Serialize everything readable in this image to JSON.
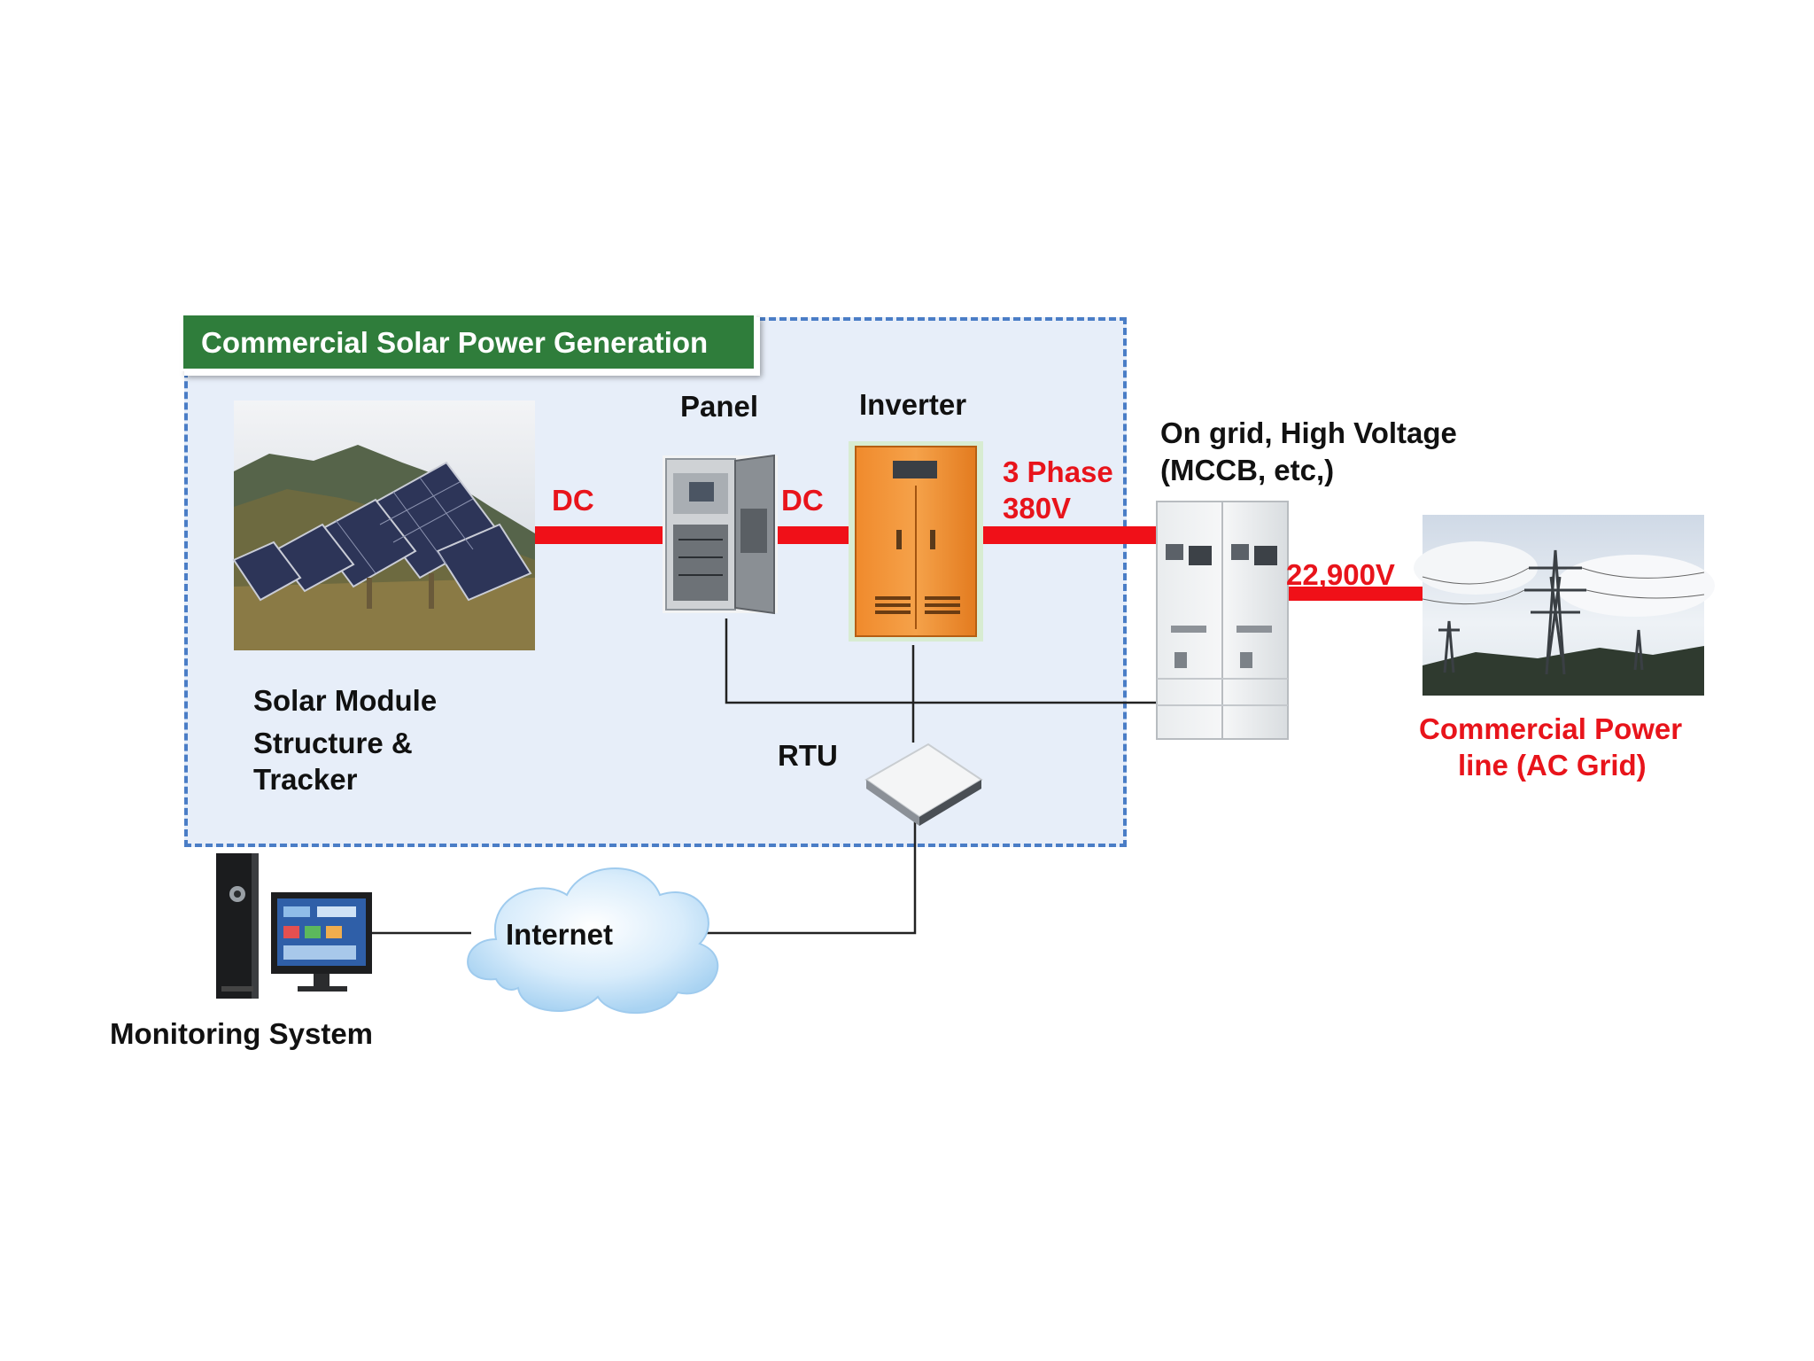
{
  "header": {
    "title": "Commercial Solar Power Generation"
  },
  "components": {
    "solar": {
      "line1": "Solar Module",
      "line2": "Structure &",
      "line3": "Tracker"
    },
    "panel": {
      "label": "Panel"
    },
    "inverter": {
      "label": "Inverter"
    },
    "grid_switch": {
      "line1": "On grid, High Voltage",
      "line2": "(MCCB, etc,)"
    },
    "powerline": {
      "line1": "Commercial Power",
      "line2": "line (AC Grid)"
    },
    "rtu": {
      "label": "RTU"
    },
    "internet": {
      "label": "Internet"
    },
    "monitoring": {
      "label": "Monitoring System"
    }
  },
  "connections": {
    "dc1": "DC",
    "dc2": "DC",
    "ac_inverter_line1": "3 Phase",
    "ac_inverter_line2": "380V",
    "hv": "22,900V"
  },
  "colors": {
    "power_line": "#f01018",
    "power_text": "#e8141b",
    "header_bg": "#2f7d3b",
    "box_border": "#4a7dc6",
    "box_bg": "#e7eef9"
  }
}
